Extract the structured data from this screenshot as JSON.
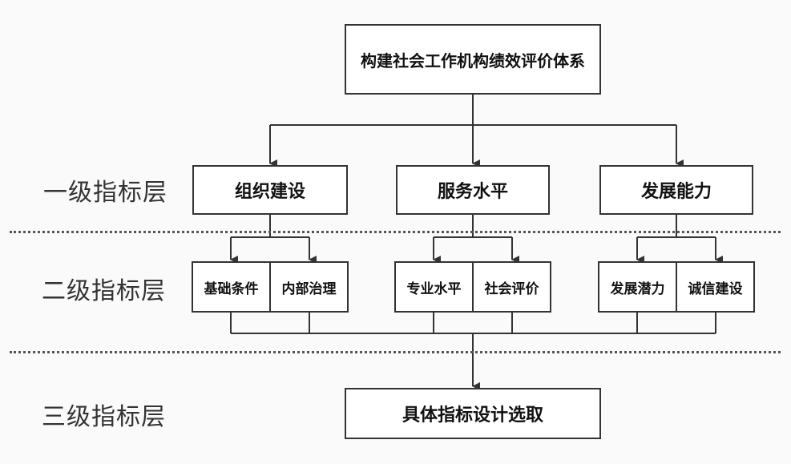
{
  "root": "构建社会工作机构绩效评价体系",
  "levels": [
    "一级指标层",
    "二级指标层",
    "三级指标层"
  ],
  "level1": [
    "组织建设",
    "服务水平",
    "发展能力"
  ],
  "level2": [
    [
      "基础条件",
      "内部治理"
    ],
    [
      "专业水平",
      "社会评价"
    ],
    [
      "发展潜力",
      "诚信建设"
    ]
  ],
  "level3": "具体指标设计选取",
  "colors": {
    "line": "#333333",
    "box_border": "#333333",
    "background": "#fafafa"
  }
}
